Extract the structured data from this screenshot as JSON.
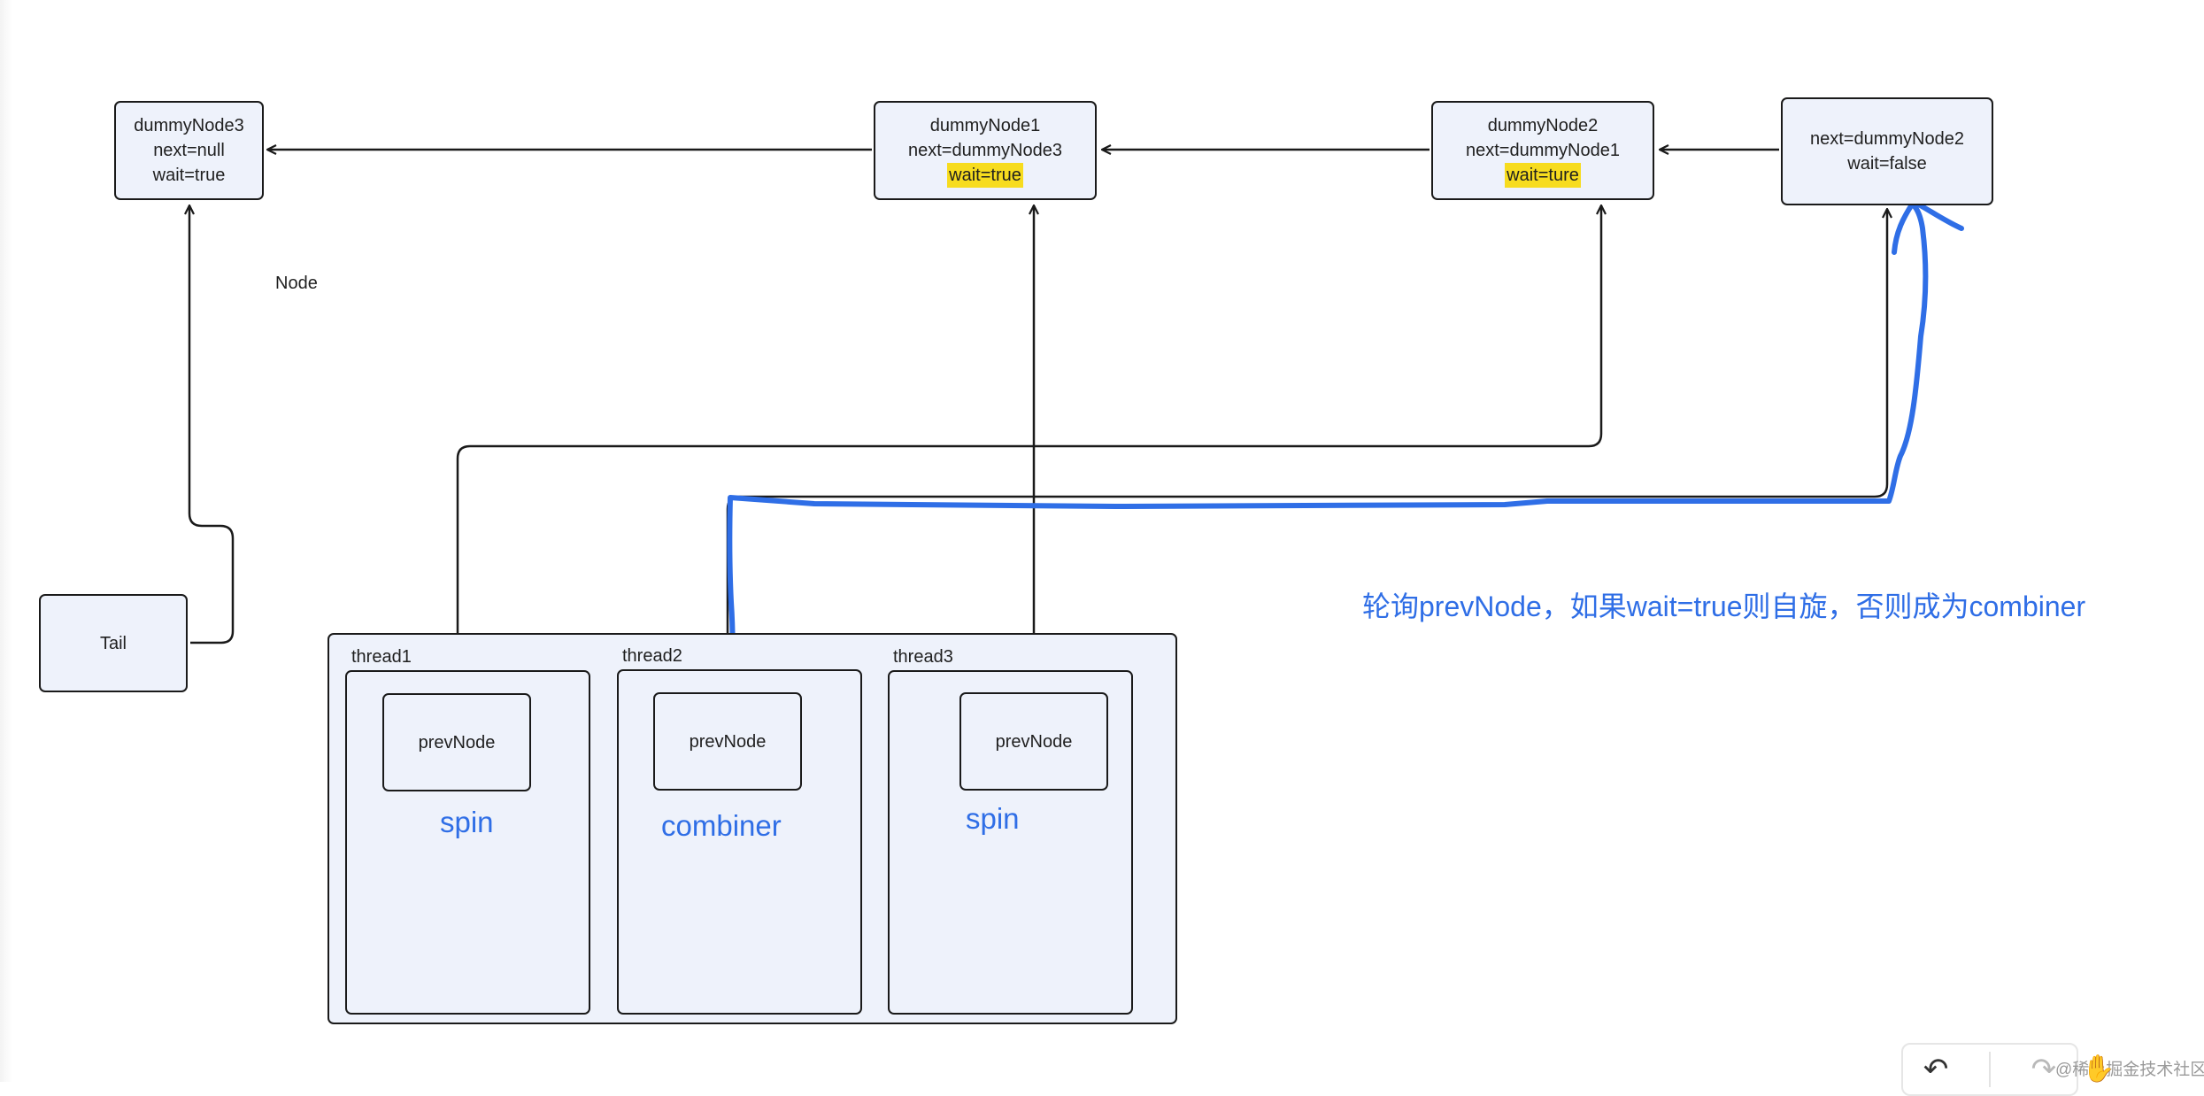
{
  "nodes": {
    "dummy3": {
      "name": "dummyNode3",
      "next": "next=null",
      "wait": "wait=true"
    },
    "dummy1": {
      "name": "dummyNode1",
      "next": "next=dummyNode3",
      "wait": "wait=true"
    },
    "dummy2": {
      "name": "dummyNode2",
      "next": "next=dummyNode1",
      "wait": "wait=ture"
    },
    "last": {
      "next": "next=dummyNode2",
      "wait": "wait=false"
    },
    "tail": "Tail"
  },
  "node_label": "Node",
  "threads": [
    {
      "label": "thread1",
      "prev": "prevNode",
      "state": "spin"
    },
    {
      "label": "thread2",
      "prev": "prevNode",
      "state": "combiner"
    },
    {
      "label": "thread3",
      "prev": "prevNode",
      "state": "spin"
    }
  ],
  "annotation": "轮询prevNode，如果wait=true则自旋，否则成为combiner",
  "toolbar": {
    "undo_icon": "undo-icon",
    "redo_icon": "redo-icon"
  },
  "watermark": "@稀土掘金技术社区",
  "colors": {
    "highlight": "#f7dc1e",
    "annotation": "#2f6ee6",
    "box_fill": "#eef2fb"
  }
}
